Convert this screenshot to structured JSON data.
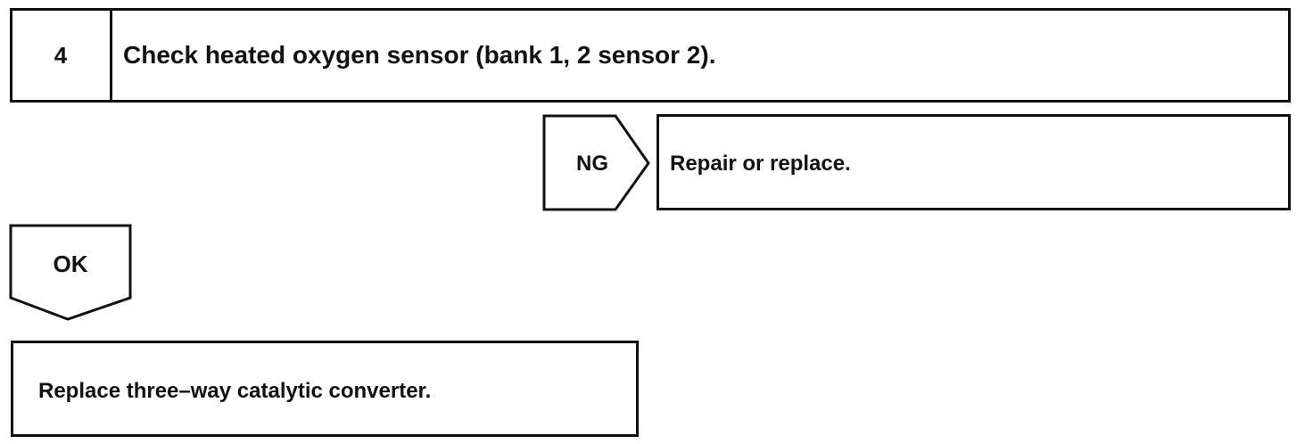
{
  "step": {
    "number": "4",
    "title": "Check heated oxygen sensor (bank 1, 2 sensor 2)."
  },
  "ng_branch": {
    "label": "NG",
    "action": "Repair or replace."
  },
  "ok_branch": {
    "label": "OK",
    "action": "Replace three–way catalytic converter."
  },
  "colors": {
    "line": "#111111",
    "background": "#ffffff"
  }
}
